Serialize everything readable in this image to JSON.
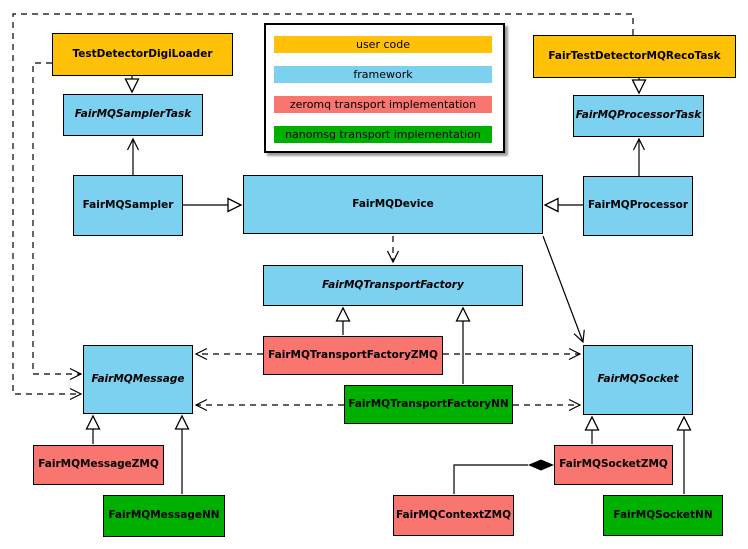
{
  "colors": {
    "user_code": "#FFC107",
    "framework": "#7CD0F0",
    "zeromq": "#F97570",
    "nanomsg": "#00B000",
    "line": "#000000"
  },
  "legend": {
    "items": [
      {
        "label": "user code",
        "category": "user_code"
      },
      {
        "label": "framework",
        "category": "framework"
      },
      {
        "label": "zeromq transport implementation",
        "category": "zeromq"
      },
      {
        "label": "nanomsg transport implementation",
        "category": "nanomsg"
      }
    ]
  },
  "nodes": {
    "digiloader": {
      "label": "TestDetectorDigiLoader",
      "category": "user_code",
      "abstract": false
    },
    "recotask": {
      "label": "FairTestDetectorMQRecoTask",
      "category": "user_code",
      "abstract": false
    },
    "samplertask": {
      "label": "FairMQSamplerTask",
      "category": "framework",
      "abstract": true
    },
    "processortask": {
      "label": "FairMQProcessorTask",
      "category": "framework",
      "abstract": true
    },
    "sampler": {
      "label": "FairMQSampler",
      "category": "framework",
      "abstract": false
    },
    "device": {
      "label": "FairMQDevice",
      "category": "framework",
      "abstract": false
    },
    "processor": {
      "label": "FairMQProcessor",
      "category": "framework",
      "abstract": false
    },
    "factory": {
      "label": "FairMQTransportFactory",
      "category": "framework",
      "abstract": true
    },
    "factory_zmq": {
      "label": "FairMQTransportFactoryZMQ",
      "category": "zeromq",
      "abstract": false
    },
    "factory_nn": {
      "label": "FairMQTransportFactoryNN",
      "category": "nanomsg",
      "abstract": false
    },
    "message": {
      "label": "FairMQMessage",
      "category": "framework",
      "abstract": true
    },
    "socket": {
      "label": "FairMQSocket",
      "category": "framework",
      "abstract": true
    },
    "message_zmq": {
      "label": "FairMQMessageZMQ",
      "category": "zeromq",
      "abstract": false
    },
    "message_nn": {
      "label": "FairMQMessageNN",
      "category": "nanomsg",
      "abstract": false
    },
    "socket_zmq": {
      "label": "FairMQSocketZMQ",
      "category": "zeromq",
      "abstract": false
    },
    "socket_nn": {
      "label": "FairMQSocketNN",
      "category": "nanomsg",
      "abstract": false
    },
    "context_zmq": {
      "label": "FairMQContextZMQ",
      "category": "zeromq",
      "abstract": false
    }
  },
  "edges": [
    {
      "from": "TestDetectorDigiLoader",
      "to": "FairMQSamplerTask",
      "type": "inheritance"
    },
    {
      "from": "FairTestDetectorMQRecoTask",
      "to": "FairMQProcessorTask",
      "type": "inheritance"
    },
    {
      "from": "FairMQSampler",
      "to": "FairMQSamplerTask",
      "type": "association"
    },
    {
      "from": "FairMQProcessor",
      "to": "FairMQProcessorTask",
      "type": "association"
    },
    {
      "from": "FairMQSampler",
      "to": "FairMQDevice",
      "type": "inheritance"
    },
    {
      "from": "FairMQProcessor",
      "to": "FairMQDevice",
      "type": "inheritance"
    },
    {
      "from": "FairMQDevice",
      "to": "FairMQTransportFactory",
      "type": "dependency"
    },
    {
      "from": "FairMQDevice",
      "to": "FairMQSocket",
      "type": "association"
    },
    {
      "from": "FairMQTransportFactoryZMQ",
      "to": "FairMQTransportFactory",
      "type": "inheritance"
    },
    {
      "from": "FairMQTransportFactoryNN",
      "to": "FairMQTransportFactory",
      "type": "inheritance"
    },
    {
      "from": "FairMQTransportFactoryZMQ",
      "to": "FairMQMessage",
      "type": "dependency"
    },
    {
      "from": "FairMQTransportFactoryZMQ",
      "to": "FairMQSocket",
      "type": "dependency"
    },
    {
      "from": "FairMQTransportFactoryNN",
      "to": "FairMQMessage",
      "type": "dependency"
    },
    {
      "from": "FairMQTransportFactoryNN",
      "to": "FairMQSocket",
      "type": "dependency"
    },
    {
      "from": "TestDetectorDigiLoader",
      "to": "FairMQMessage",
      "type": "dependency"
    },
    {
      "from": "FairTestDetectorMQRecoTask",
      "to": "FairMQMessage",
      "type": "dependency"
    },
    {
      "from": "FairMQMessageZMQ",
      "to": "FairMQMessage",
      "type": "inheritance"
    },
    {
      "from": "FairMQMessageNN",
      "to": "FairMQMessage",
      "type": "inheritance"
    },
    {
      "from": "FairMQSocketZMQ",
      "to": "FairMQSocket",
      "type": "inheritance"
    },
    {
      "from": "FairMQSocketNN",
      "to": "FairMQSocket",
      "type": "inheritance"
    },
    {
      "from": "FairMQSocketZMQ",
      "to": "FairMQContextZMQ",
      "type": "composition"
    }
  ]
}
